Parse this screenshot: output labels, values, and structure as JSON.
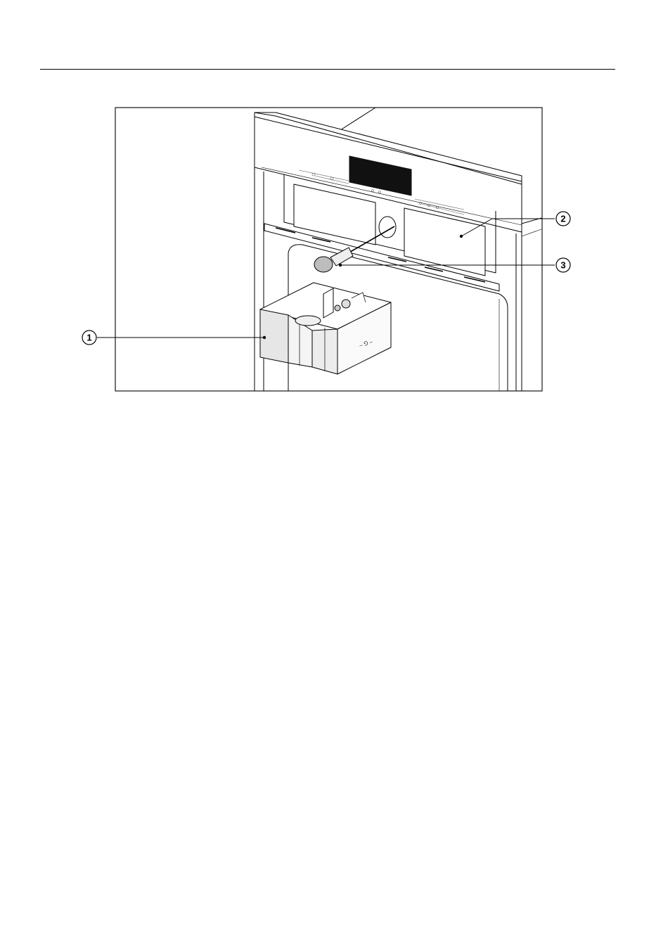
{
  "callouts": [
    {
      "number": "1",
      "target": "water-container"
    },
    {
      "number": "2",
      "target": "drip-tray-slot"
    },
    {
      "number": "3",
      "target": "screwdriver"
    }
  ],
  "container_marking": "– ⅁ –"
}
